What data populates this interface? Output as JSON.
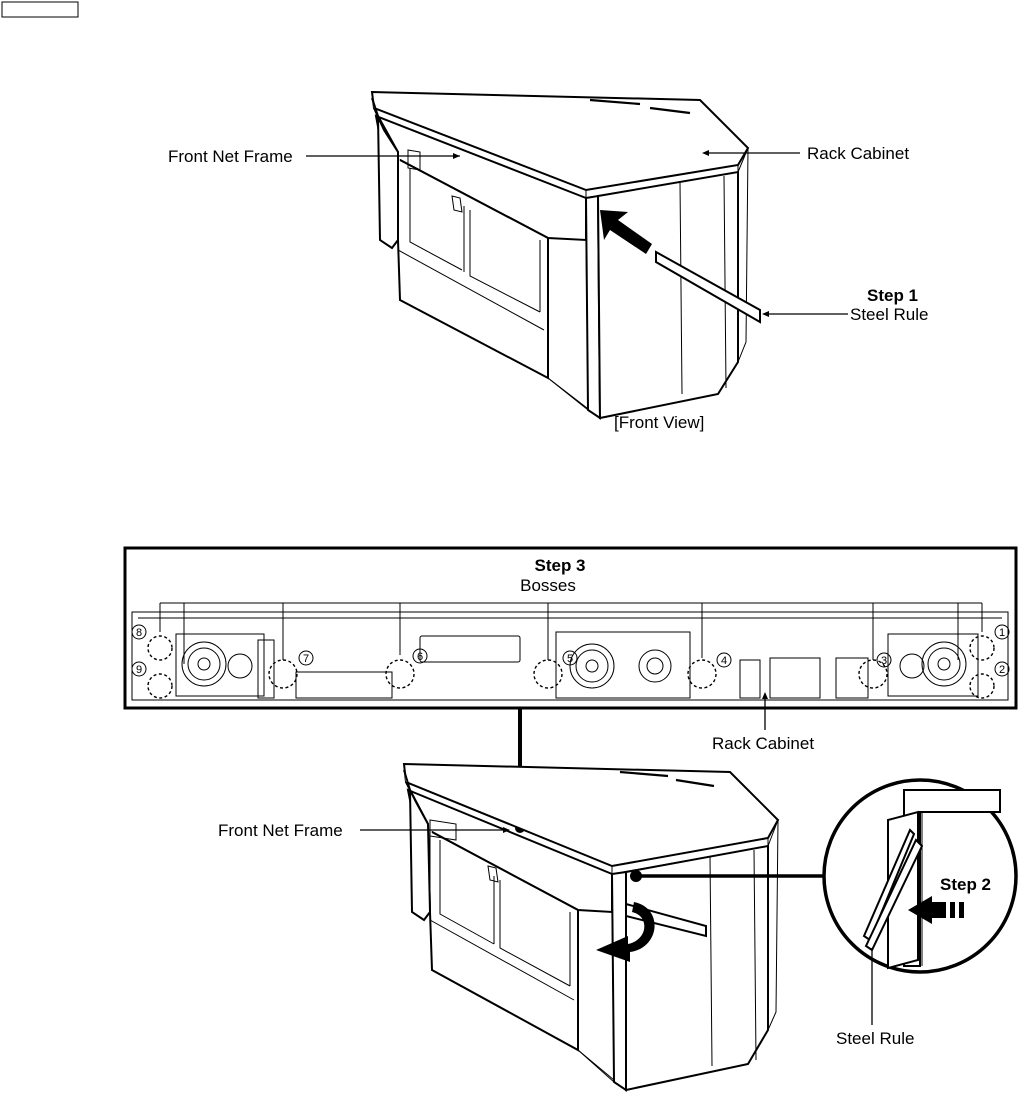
{
  "labels": {
    "front_net_frame_top": "Front Net Frame",
    "rack_cabinet_top": "Rack Cabinet",
    "step1_title": "Step 1",
    "step1_text": "Steel Rule",
    "front_view": "[Front View]",
    "step3_title": "Step 3",
    "step3_text": "Bosses",
    "rack_cabinet_panel": "Rack Cabinet",
    "front_net_frame_bottom": "Front Net Frame",
    "step2_title": "Step 2",
    "steel_rule_bottom": "Steel Rule"
  },
  "boss_numbers": [
    "1",
    "2",
    "3",
    "4",
    "5",
    "6",
    "7",
    "8",
    "9"
  ]
}
